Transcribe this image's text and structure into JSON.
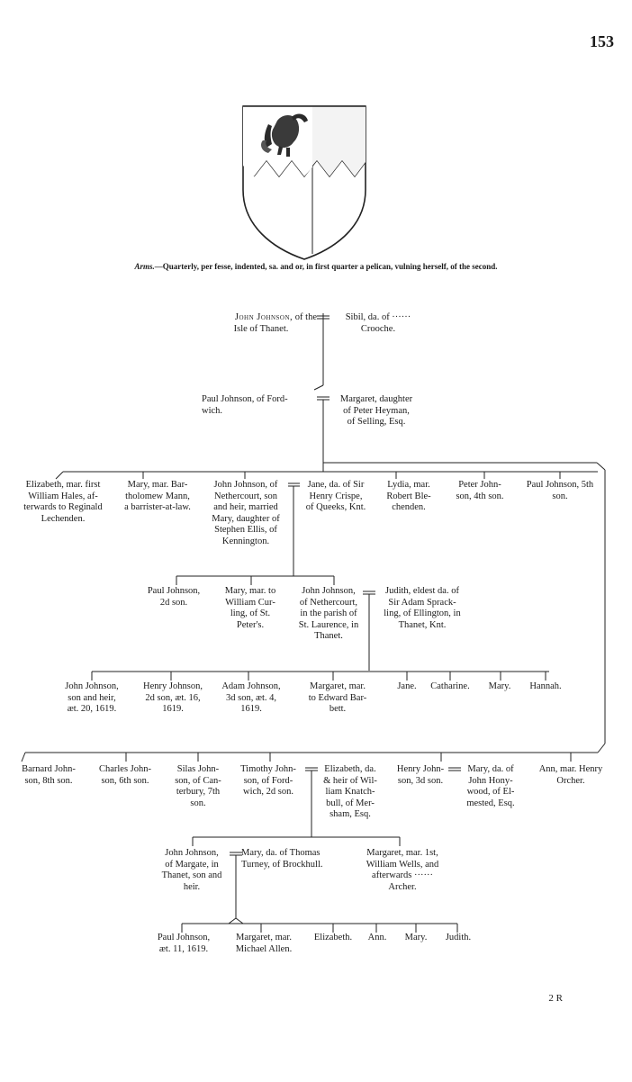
{
  "page_number": "153",
  "arms": {
    "label": "Arms.",
    "text": "—Quarterly, per fesse, indented, sa. and or, in first quarter a pelican, vulning herself, of the second."
  },
  "signature_mark": "2 R",
  "entries": {
    "john_sr_name": "John Johnson,",
    "john_sr_rest": " of the",
    "john_sr_place": "Isle of Thanet.",
    "sibil": "Sibil, da. of ······\nCrooche.",
    "paul_sr": "Paul Johnson, of Ford-\nwich.",
    "margaret_heyman": "Margaret, daughter\nof Peter Heyman,\nof Selling, Esq.",
    "elizabeth_hales": "Elizabeth, mar. first\nWilliam Hales, af-\nterwards to Reginald\nLechenden.",
    "mary_mann": "Mary, mar. Bar-\ntholomew Mann,\na barrister-at-law.",
    "john_nethercourt": "John Johnson, of\nNethercourt, son\nand heir, married\nMary, daughter of\nStephen Ellis, of\nKennington.",
    "jane_crispe": "Jane, da. of Sir\nHenry Crispe,\nof Queeks, Knt.",
    "lydia": "Lydia, mar.\nRobert Ble-\nchenden.",
    "peter": "Peter John-\nson, 4th son.",
    "paul_5th": "Paul Johnson, 5th\nson.",
    "paul_2d": "Paul Johnson,\n2d son.",
    "mary_curling": "Mary, mar. to\nWilliam Cur-\nling, of St.\nPeter's.",
    "john_stlaurence": "John Johnson,\nof Nethercourt,\nin the parish of\nSt. Laurence, in\nThanet.",
    "judith_sprackling": "Judith, eldest da. of\nSir Adam Sprack-\nling, of Ellington, in\nThanet, Knt.",
    "john_heir": "John Johnson,\nson and heir,\næt. 20, 1619.",
    "henry_2d": "Henry Johnson,\n2d son, æt. 16,\n1619.",
    "adam": "Adam Johnson,\n3d son, æt. 4,\n1619.",
    "margaret_barbett": "Margaret, mar.\nto Edward Bar-\nbett.",
    "jane": "Jane.",
    "catharine": "Catharine.",
    "mary_g3": "Mary.",
    "hannah": "Hannah.",
    "barnard": "Barnard John-\nson, 8th son.",
    "charles": "Charles John-\nson, 6th son.",
    "silas": "Silas John-\nson, of Can-\nterbury, 7th\nson.",
    "timothy": "Timothy John-\nson, of Ford-\nwich, 2d son.",
    "elizabeth_knatchbull": "Elizabeth, da.\n& heir of Wil-\nliam Knatch-\nbull, of Mer-\nsham, Esq.",
    "henry_3d": "Henry John-\nson, 3d son.",
    "mary_honywood": "Mary, da. of\nJohn Hony-\nwood, of El-\nmested, Esq.",
    "ann_orcher": "Ann, mar. Henry\nOrcher.",
    "john_margate": "John Johnson,\nof Margate, in\nThanet, son and\nheir.",
    "mary_turney": "Mary, da. of Thomas\nTurney, of Brockhull.",
    "margaret_wells": "Margaret, mar. 1st,\nWilliam Wells, and\nafterwards ······\nArcher.",
    "paul_ae11": "Paul Johnson,\næt. 11, 1619.",
    "margaret_allen": "Margaret, mar.\nMichael Allen.",
    "elizabeth_g6": "Elizabeth.",
    "ann_g6": "Ann.",
    "mary_g6": "Mary.",
    "judith_g6": "Judith."
  }
}
